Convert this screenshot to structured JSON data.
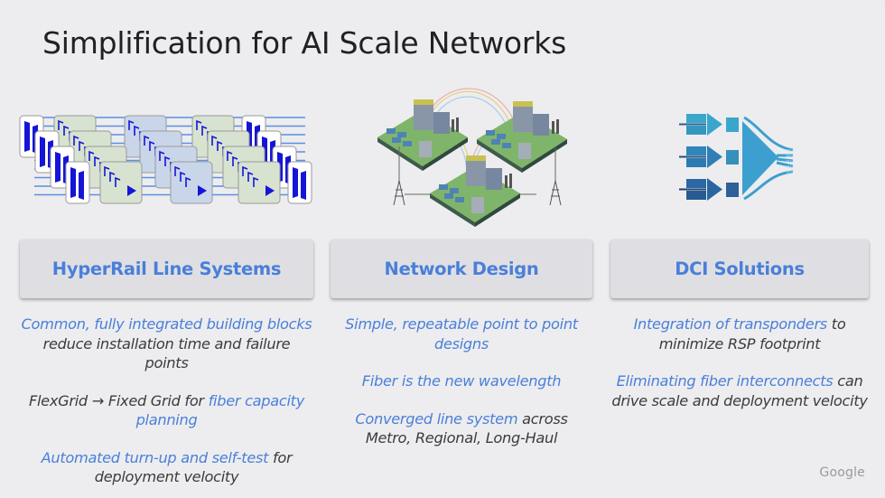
{
  "slide": {
    "title": "Simplification for AI Scale Networks",
    "logo": "Google",
    "colors": {
      "accent": "#4a7fd9",
      "text": "#3c3c3f",
      "title": "#202124",
      "card_bg": "#dfdfe3",
      "background": "#ededef"
    }
  },
  "columns": [
    {
      "illustration": "line-system-modules-illustration",
      "header": "HyperRail Line Systems",
      "paragraphs": [
        [
          {
            "t": "Common, fully integrated building blocks",
            "hl": true
          },
          {
            "t": " reduce installation time and failure points",
            "hl": false
          }
        ],
        [
          {
            "t": "FlexGrid → Fixed Grid for ",
            "hl": false
          },
          {
            "t": "fiber capacity planning",
            "hl": true
          }
        ],
        [
          {
            "t": "Automated turn-up and self-test",
            "hl": true
          },
          {
            "t": " for deployment velocity",
            "hl": false
          }
        ]
      ]
    },
    {
      "illustration": "datacenter-network-illustration",
      "header": "Network Design",
      "paragraphs": [
        [
          {
            "t": "Simple, repeatable point to point designs",
            "hl": true
          }
        ],
        [
          {
            "t": "Fiber is the new wavelength",
            "hl": true
          }
        ],
        [
          {
            "t": "Converged line system",
            "hl": true
          },
          {
            "t": " across Metro, Regional, Long-Haul",
            "hl": false
          }
        ]
      ]
    },
    {
      "illustration": "dci-funnel-illustration",
      "header": "DCI Solutions",
      "paragraphs": [
        [
          {
            "t": "Integration of transponders",
            "hl": true
          },
          {
            "t": " to minimize RSP footprint",
            "hl": false
          }
        ],
        [
          {
            "t": "Eliminating fiber interconnects",
            "hl": true
          },
          {
            "t": " can drive scale and deployment velocity",
            "hl": false
          }
        ]
      ]
    }
  ]
}
